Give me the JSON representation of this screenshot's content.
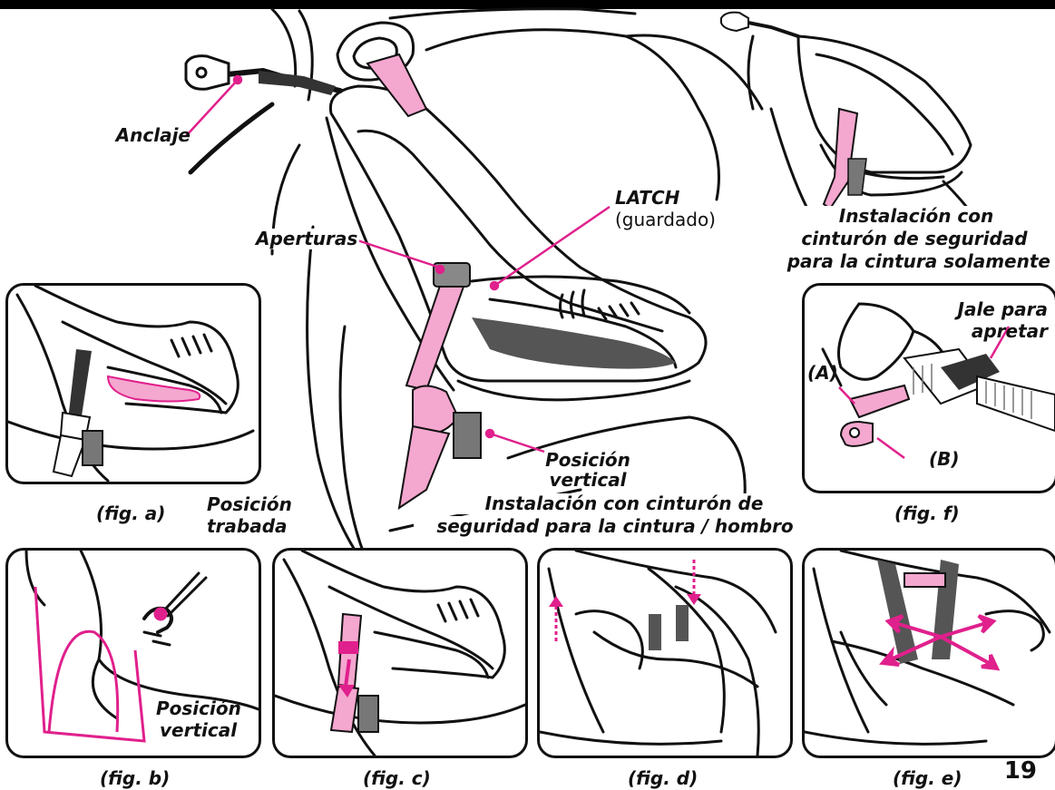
{
  "labels": {
    "anchor": "Anclaje",
    "latch": "LATCH",
    "latch_stored": "(guardado)",
    "openings": "Aperturas",
    "upright_main_1": "Posición",
    "upright_main_2": "vertical",
    "lap_shoulder_1": "Instalación con cinturón de",
    "lap_shoulder_2": "seguridad para la cintura / hombro",
    "lap_only_1": "Instalación con",
    "lap_only_2": "cinturón de seguridad",
    "lap_only_3": "para la cintura solamente",
    "pull_1": "Jale para",
    "pull_2": "apretar",
    "part_a": "(A)",
    "part_b": "(B)",
    "locked_1": "Posición",
    "locked_2": "trabada",
    "upright_b_1": "Posición",
    "upright_b_2": "vertical"
  },
  "figures": {
    "a": "(fig. a)",
    "b": "(fig. b)",
    "c": "(fig. c)",
    "d": "(fig. d)",
    "e": "(fig. e)",
    "f": "(fig. f)"
  },
  "page_number": "19",
  "colors": {
    "accent_magenta": "#e0208c",
    "strap_pink": "#f4a7cf",
    "line_black": "#111111",
    "shade_gray": "#8a8a8a"
  }
}
